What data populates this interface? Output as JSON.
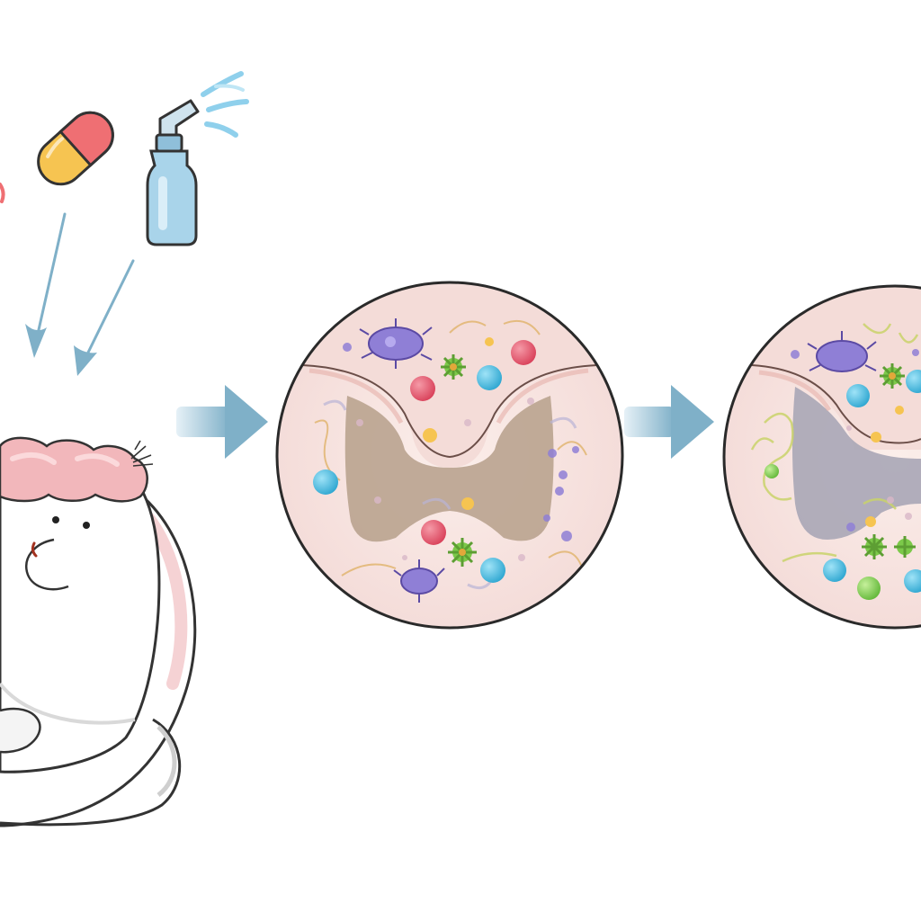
{
  "figure": {
    "title": "",
    "caption": "",
    "panels": [
      {
        "id": "administration",
        "icons": [
          "capsule-icon",
          "spray-bottle-icon"
        ]
      },
      {
        "id": "subject",
        "icon": "mouse-icon"
      },
      {
        "id": "tissue-section-1",
        "icon": "magnified-tissue-icon"
      },
      {
        "id": "tissue-section-2",
        "icon": "magnified-tissue-icon"
      }
    ],
    "flow_arrows": 2,
    "dose_arrows": 2
  },
  "colors": {
    "arrow": "#7fb0c8",
    "circle_outline": "#2a2a2a",
    "tissue_fill": "#f7e3e0",
    "core_brown": "#b9a38f",
    "core_grey": "#a8a6b6",
    "cell_blue": "#2fa7d1",
    "cell_red": "#d9415a",
    "cell_purple": "#8f7fd6",
    "cell_green": "#7cc94a",
    "capsule_red": "#ef6f73",
    "capsule_yellow": "#f6c451",
    "bottle_blue": "#a9d4ea",
    "mouse_ear": "#f2b7bb"
  }
}
